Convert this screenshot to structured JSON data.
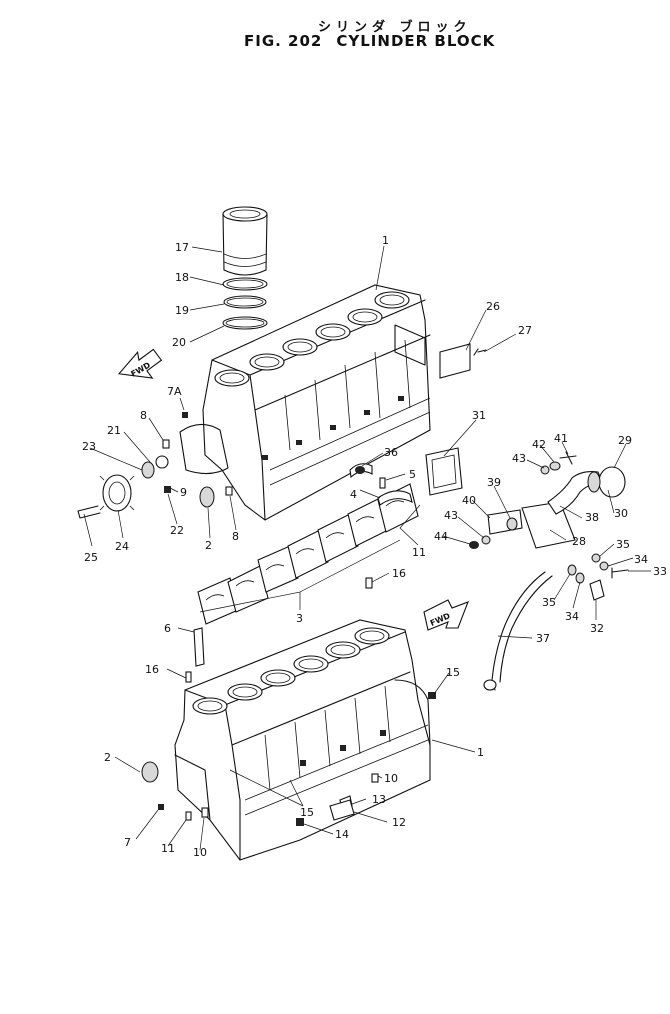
{
  "header": {
    "subtitle_jp": "シリンダ ブロック",
    "figure_number": "FIG. 202",
    "figure_title": "CYLINDER BLOCK"
  },
  "direction_markers": [
    "FWD",
    "FWD"
  ],
  "callouts": [
    {
      "id": "c1a",
      "text": "1"
    },
    {
      "id": "c17",
      "text": "17"
    },
    {
      "id": "c18",
      "text": "18"
    },
    {
      "id": "c19",
      "text": "19"
    },
    {
      "id": "c20",
      "text": "20"
    },
    {
      "id": "c26",
      "text": "26"
    },
    {
      "id": "c27",
      "text": "27"
    },
    {
      "id": "c7A",
      "text": "7A"
    },
    {
      "id": "c8a",
      "text": "8"
    },
    {
      "id": "c21",
      "text": "21"
    },
    {
      "id": "c23",
      "text": "23"
    },
    {
      "id": "c9",
      "text": "9"
    },
    {
      "id": "c22",
      "text": "22"
    },
    {
      "id": "c25",
      "text": "25"
    },
    {
      "id": "c24",
      "text": "24"
    },
    {
      "id": "c2a",
      "text": "2"
    },
    {
      "id": "c8b",
      "text": "8"
    },
    {
      "id": "c36",
      "text": "36"
    },
    {
      "id": "c5",
      "text": "5"
    },
    {
      "id": "c4",
      "text": "4"
    },
    {
      "id": "c11a",
      "text": "11"
    },
    {
      "id": "c31",
      "text": "31"
    },
    {
      "id": "c29",
      "text": "29"
    },
    {
      "id": "c41",
      "text": "41"
    },
    {
      "id": "c42",
      "text": "42"
    },
    {
      "id": "c43a",
      "text": "43"
    },
    {
      "id": "c39",
      "text": "39"
    },
    {
      "id": "c38",
      "text": "38"
    },
    {
      "id": "c30",
      "text": "30"
    },
    {
      "id": "c40",
      "text": "40"
    },
    {
      "id": "c43b",
      "text": "43"
    },
    {
      "id": "c44",
      "text": "44"
    },
    {
      "id": "c28",
      "text": "28"
    },
    {
      "id": "c35a",
      "text": "35"
    },
    {
      "id": "c34a",
      "text": "34"
    },
    {
      "id": "c33",
      "text": "33"
    },
    {
      "id": "c35b",
      "text": "35"
    },
    {
      "id": "c34b",
      "text": "34"
    },
    {
      "id": "c32",
      "text": "32"
    },
    {
      "id": "c37",
      "text": "37"
    },
    {
      "id": "c16a",
      "text": "16"
    },
    {
      "id": "c3",
      "text": "3"
    },
    {
      "id": "c6",
      "text": "6"
    },
    {
      "id": "c16b",
      "text": "16"
    },
    {
      "id": "c15a",
      "text": "15"
    },
    {
      "id": "c1b",
      "text": "1"
    },
    {
      "id": "c2b",
      "text": "2"
    },
    {
      "id": "c10a",
      "text": "10"
    },
    {
      "id": "c13",
      "text": "13"
    },
    {
      "id": "c15b",
      "text": "15"
    },
    {
      "id": "c12",
      "text": "12"
    },
    {
      "id": "c14",
      "text": "14"
    },
    {
      "id": "c7",
      "text": "7"
    },
    {
      "id": "c11b",
      "text": "11"
    },
    {
      "id": "c10b",
      "text": "10"
    }
  ]
}
